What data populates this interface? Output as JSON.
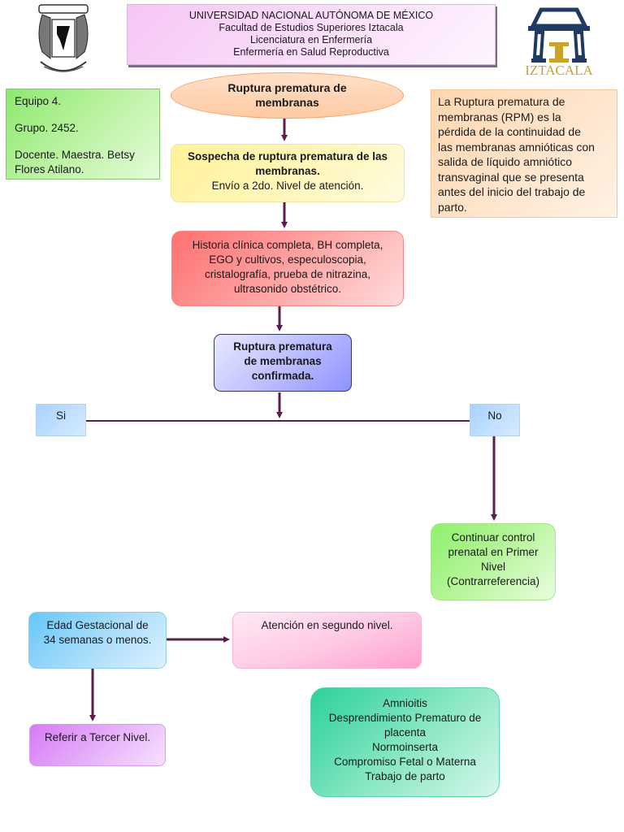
{
  "header": {
    "lines": [
      "UNIVERSIDAD NACIONAL AUTÓNOMA DE MÉXICO",
      "Facultad de Estudios Superiores Iztacala",
      "Licenciatura en Enfermería",
      "Enfermería en Salud Reproductiva"
    ]
  },
  "logos": {
    "left": "unam-crest-icon",
    "right": {
      "icon": "iztacala-logo-icon",
      "text": "IZTACALA"
    }
  },
  "team": {
    "equipo": "Equipo 4.",
    "grupo": "Grupo. 2452.",
    "docente_lines": [
      "Docente. Maestra. Betsy",
      "Flores Atilano."
    ]
  },
  "definition": {
    "lines": [
      "La Ruptura prematura de",
      "membranas (RPM) es la",
      "pérdida de la continuidad de",
      "las membranas amnióticas con",
      "salida de líquido amniótico",
      "transvaginal que se presenta",
      "antes del inicio del trabajo de",
      "parto."
    ]
  },
  "flow": {
    "start": {
      "lines": [
        "Ruptura prematura de",
        "membranas"
      ]
    },
    "suspect": {
      "bold_lines": [
        "Sospecha de ruptura prematura de las",
        "membranas."
      ],
      "sub": "Envío a 2do. Nivel de atención."
    },
    "tests": {
      "lines": [
        "Historia clínica completa, BH completa,",
        "EGO y cultivos, especuloscopia,",
        "cristalografía, prueba de nitrazina,",
        "ultrasonido obstétrico."
      ]
    },
    "confirmed": {
      "lines": [
        "Ruptura prematura",
        "de membranas",
        "confirmada."
      ]
    },
    "yes": "Si",
    "no": "No",
    "continue": {
      "lines": [
        "Continuar control",
        "prenatal en Primer",
        "Nivel",
        "(Contrarreferencia)"
      ]
    },
    "age": {
      "lines": [
        "Edad Gestacional de",
        "34 semanas o menos."
      ]
    },
    "second_level": "Atención en segundo nivel.",
    "third_level": "Referir a Tercer Nivel.",
    "complications": {
      "lines": [
        "Amnioitis",
        "Desprendimiento Prematuro de",
        "placenta",
        "Normoinserta",
        "Compromiso Fetal o Materna",
        "Trabajo de parto"
      ]
    }
  },
  "colors": {
    "connector": "#5b1d4e",
    "logo_navy": "#1f3a63",
    "logo_gold": "#c9a227"
  }
}
